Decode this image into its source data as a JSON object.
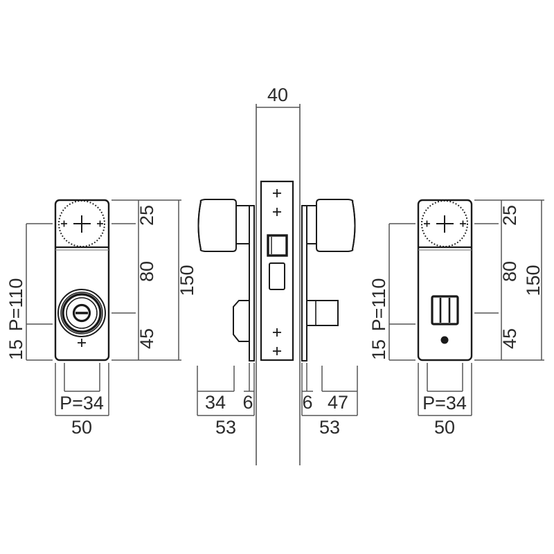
{
  "drawing": {
    "title": "door-lock-set-technical-drawing",
    "type": "engineering-dimension-drawing",
    "units": "mm",
    "line_color": "#555555",
    "outline_color": "#1a1a1a",
    "text_color": "#2b2b2b",
    "background": "#ffffff"
  },
  "views": {
    "left": {
      "name": "front-escutcheon-plate-with-cylinder",
      "dimensions": {
        "height_total": "150",
        "segment_top": "25",
        "segment_middle": "80",
        "segment_bottom": "45",
        "pitch_vertical": "P=110",
        "offset_bottom": "15",
        "width_total": "50",
        "pitch_horizontal": "P=34"
      }
    },
    "center": {
      "name": "side-section-view-with-knobs",
      "dimensions": {
        "door_thickness": "40",
        "left_plate_depth": "34",
        "left_gap": "6",
        "left_total": "53",
        "right_gap": "6",
        "right_plate_depth": "47",
        "right_total": "53"
      }
    },
    "right": {
      "name": "rear-escutcheon-plate-with-thumbturn",
      "dimensions": {
        "height_total": "150",
        "segment_top": "25",
        "segment_middle": "80",
        "segment_bottom": "45",
        "pitch_vertical": "P=110",
        "offset_bottom": "15",
        "width_total": "50",
        "pitch_horizontal": "P=34"
      }
    }
  },
  "labels": {
    "left_p110": "P=110",
    "left_15": "15",
    "left_25": "25",
    "left_80": "80",
    "left_45": "45",
    "left_150": "150",
    "left_p34": "P=34",
    "left_50": "50",
    "center_40": "40",
    "center_34": "34",
    "center_6a": "6",
    "center_53a": "53",
    "center_6b": "6",
    "center_47": "47",
    "center_53b": "53",
    "right_p110": "P=110",
    "right_15": "15",
    "right_25": "25",
    "right_80": "80",
    "right_45": "45",
    "right_150": "150",
    "right_p34": "P=34",
    "right_50": "50"
  }
}
